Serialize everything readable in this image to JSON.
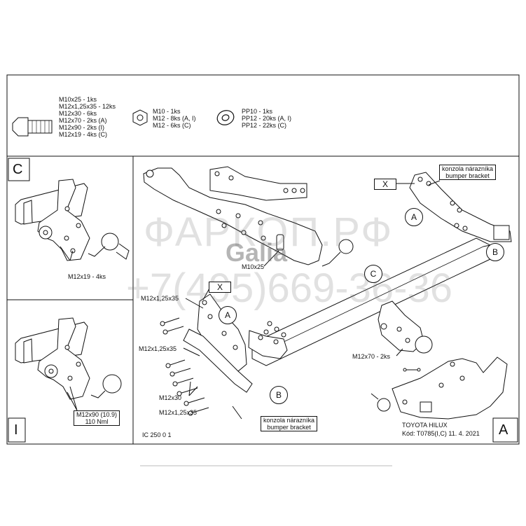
{
  "hardware": {
    "bolts": [
      "M10x25 - 1ks",
      "M12x1,25x35 - 12ks",
      "M12x30 - 6ks",
      "M12x70 - 2ks (A)",
      "M12x90 - 2ks (I)",
      "M12x19 - 4ks (C)"
    ],
    "nuts": [
      "M10 - 1ks",
      "M12 - 8ks (A, I)",
      "M12 - 6ks (C)"
    ],
    "washers": [
      "PP10 - 1ks",
      "PP12 - 20ks (A, I)",
      "PP12 - 22ks (C)"
    ]
  },
  "panels": {
    "c": {
      "letter": "C",
      "callout": "M12x19 - 4ks"
    },
    "i": {
      "letter": "I",
      "callout_line1": "M12x90 (10.9)",
      "callout_line2": "110 Nml"
    },
    "a": {
      "letter": "A"
    }
  },
  "main": {
    "bumper_bracket_top_1": "konzola nárazníka",
    "bumper_bracket_top_2": "bumper bracket",
    "bumper_bracket_bottom_1": "konzola nárazníka",
    "bumper_bracket_bottom_2": "bumper bracket",
    "x_tag_1": "X",
    "x_tag_2": "X",
    "callout_a_1": "A",
    "callout_a_2": "A",
    "callout_b_1": "B",
    "callout_b_2": "B",
    "callout_c": "C",
    "m10x25": "M10x25",
    "m12x125x35_1": "M12x1,25x35",
    "m12x125x35_2": "M12x1,25x35",
    "m12x125x35_3": "M12x1,25x35",
    "m12x30": "M12x30",
    "m12x70": "M12x70 - 2ks",
    "drawing_code": "IC 250 0 1"
  },
  "title_block": {
    "model": "TOYOTA HILUX",
    "code": "Kód: T0785(I,C)  11. 4. 2021"
  },
  "watermark": {
    "line1": "ФАРКОП.РФ",
    "line2": "+7(495)669-36-36",
    "logo": "Galia"
  },
  "colors": {
    "line": "#111111",
    "background": "#ffffff",
    "watermark": "#999999"
  }
}
